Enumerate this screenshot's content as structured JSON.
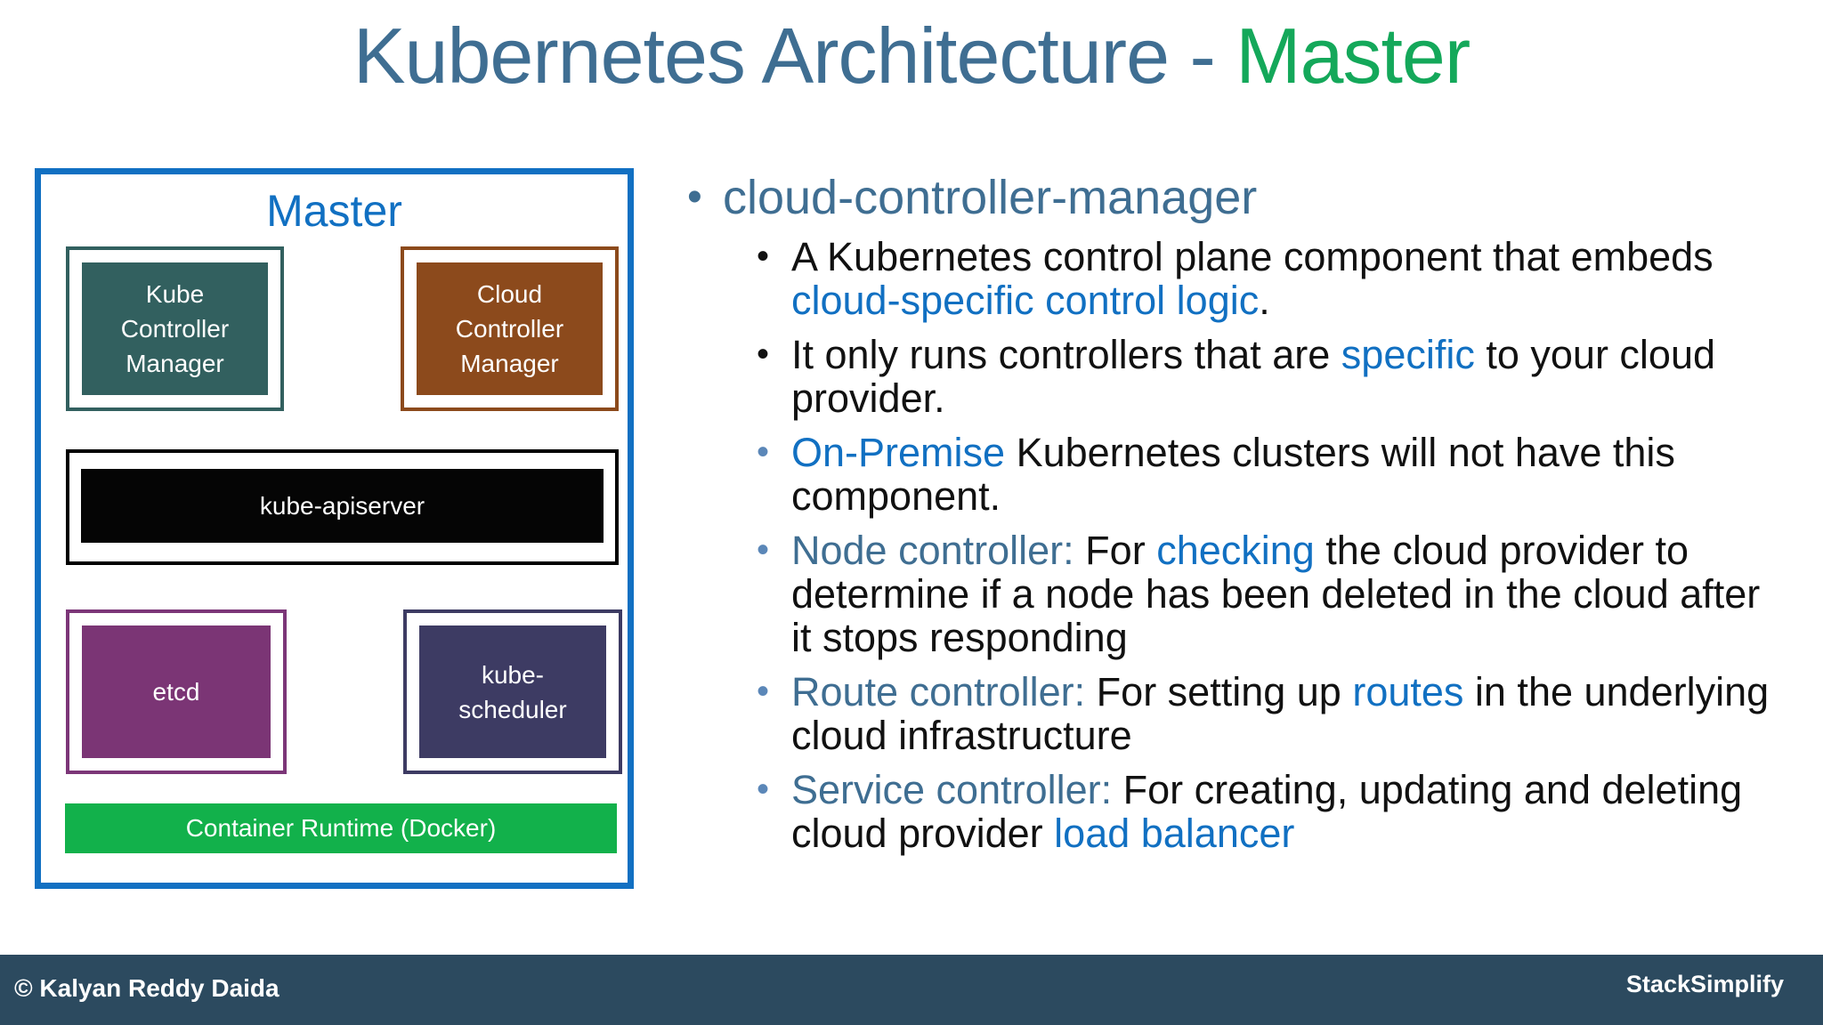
{
  "title": {
    "main": "Kubernetes Architecture - ",
    "accent": "Master"
  },
  "colors": {
    "title": "#3f6e92",
    "accent_green": "#14a85a",
    "master_border": "#1170c2",
    "kube_controller_manager": "#32605f",
    "cloud_controller_manager": "#8c4a1c",
    "kube_apiserver": "#050505",
    "etcd": "#7b3575",
    "kube_scheduler": "#3d3b63",
    "container_runtime": "#12b14b",
    "footer": "#2c4a5f"
  },
  "diagram": {
    "master_label": "Master",
    "kube_controller_manager": "Kube\nController\nManager",
    "cloud_controller_manager": "Cloud\nController\nManager",
    "kube_apiserver": "kube-apiserver",
    "etcd": "etcd",
    "kube_scheduler": "kube-\nscheduler",
    "container_runtime": "Container Runtime (Docker)"
  },
  "bullets": {
    "heading": "cloud-controller-manager",
    "items": [
      {
        "p1": "A Kubernetes control plane component that embeds ",
        "h1": "cloud-specific control logic",
        "p2": "."
      },
      {
        "p1": "It only runs controllers that are ",
        "h1": "specific",
        "p2": " to your cloud provider."
      },
      {
        "h1": "On-Premise",
        "p1": " Kubernetes clusters will not have this component."
      },
      {
        "h1": "Node controller:",
        "p1": " For ",
        "h2": "checking",
        "p2": " the cloud provider to determine if a node has been deleted in the cloud after it stops responding"
      },
      {
        "h1": "Route controller:",
        "p1": " For setting up ",
        "h2": "routes",
        "p2": " in the underlying cloud infrastructure"
      },
      {
        "h1": "Service controller:",
        "p1": " For creating, updating and deleting cloud provider ",
        "h2": "load balancer"
      }
    ]
  },
  "footer": {
    "copyright": "© Kalyan Reddy Daida",
    "brand": "StackSimplify"
  }
}
